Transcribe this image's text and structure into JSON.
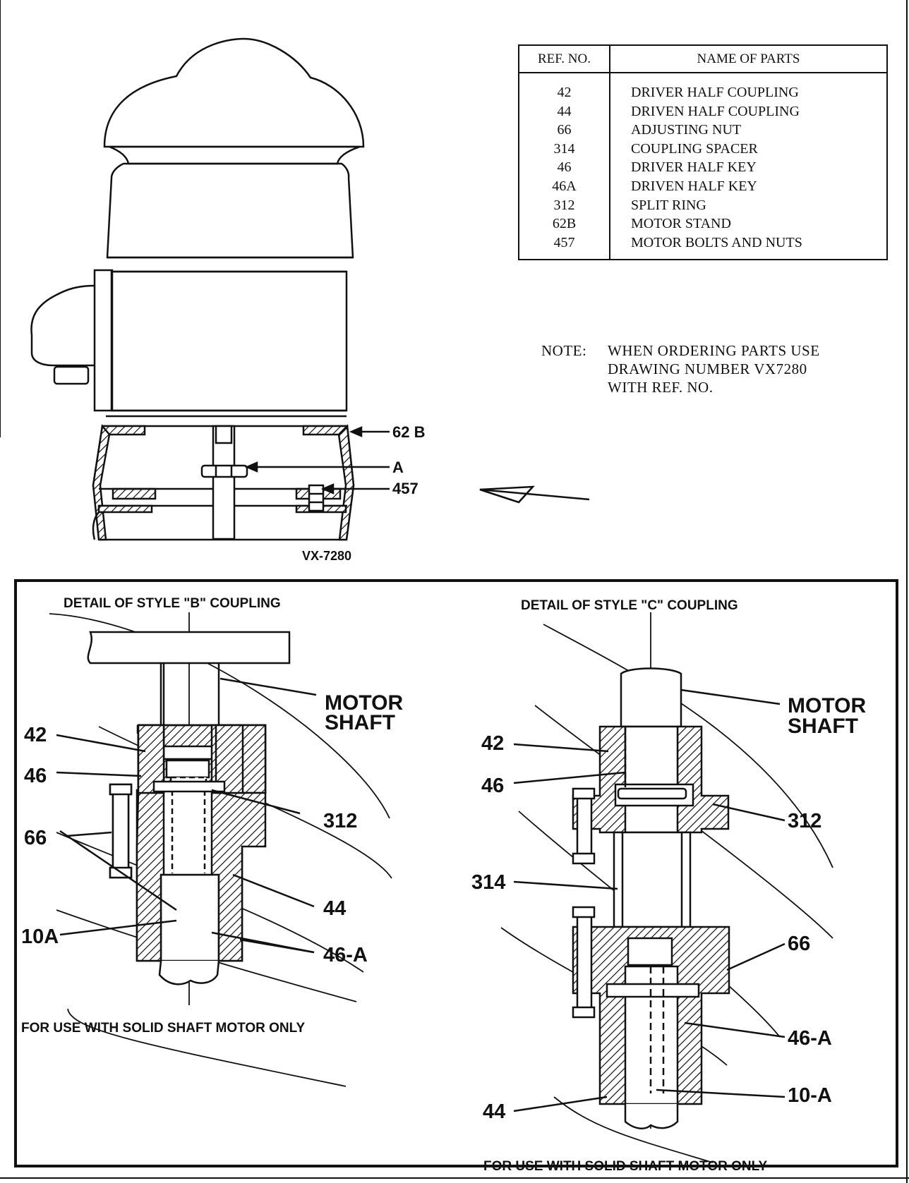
{
  "parts_table": {
    "headers": {
      "ref": "REF. NO.",
      "name": "NAME OF PARTS"
    },
    "rows": [
      {
        "ref": "42",
        "name": "DRIVER HALF COUPLING"
      },
      {
        "ref": "44",
        "name": "DRIVEN HALF COUPLING"
      },
      {
        "ref": "66",
        "name": "ADJUSTING NUT"
      },
      {
        "ref": "314",
        "name": "COUPLING SPACER"
      },
      {
        "ref": "46",
        "name": "DRIVER HALF KEY"
      },
      {
        "ref": "46A",
        "name": "DRIVEN HALF KEY"
      },
      {
        "ref": "312",
        "name": "SPLIT RING"
      },
      {
        "ref": "62B",
        "name": "MOTOR STAND"
      },
      {
        "ref": "457",
        "name": "MOTOR BOLTS AND NUTS"
      }
    ]
  },
  "note": {
    "prefix": "NOTE:",
    "lines": [
      "WHEN ORDERING PARTS USE",
      "DRAWING NUMBER VX7280",
      "WITH REF. NO."
    ]
  },
  "motor_drawing": {
    "callouts": {
      "stand": "62 B",
      "a": "A",
      "bolts": "457"
    },
    "drawing_number": "VX-7280"
  },
  "detail_b": {
    "title": "DETAIL OF STYLE \"B\" COUPLING",
    "motor_shaft": [
      "MOTOR",
      "SHAFT"
    ],
    "callouts": {
      "driver_half": "42",
      "key": "46",
      "nut": "66",
      "split_ring": "312",
      "driven_half": "44",
      "shaft": "10A",
      "driven_key": "46-A"
    },
    "caption": "FOR USE WITH SOLID SHAFT MOTOR ONLY"
  },
  "detail_c": {
    "title": "DETAIL OF STYLE \"C\" COUPLING",
    "motor_shaft": [
      "MOTOR",
      "SHAFT"
    ],
    "callouts": {
      "driver_half": "42",
      "key": "46",
      "spacer": "314",
      "split_ring": "312",
      "nut": "66",
      "driven_key": "46-A",
      "driven_half": "44",
      "shaft": "10-A"
    },
    "caption": "FOR USE WITH SOLID SHAFT MOTOR ONLY"
  }
}
